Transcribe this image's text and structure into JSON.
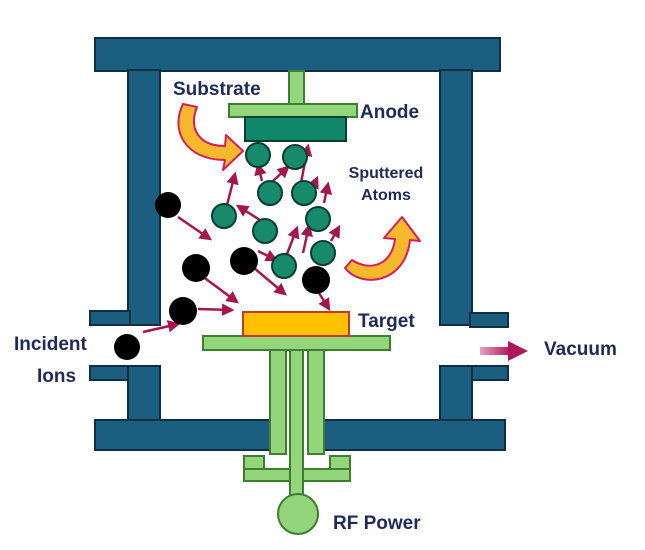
{
  "labels": {
    "substrate": "Substrate",
    "anode": "Anode",
    "sputtered_line1": "Sputtered",
    "sputtered_line2": "Atoms",
    "target": "Target",
    "incident_line1": "Incident",
    "incident_line2": "Ions",
    "vacuum": "Vacuum",
    "rf_power": "RF Power"
  },
  "colors": {
    "chamber_wall": "#1b5e80",
    "chamber_outline": "#0e2f44",
    "electrode_green": "#92d57a",
    "electrode_outline": "#3f7d33",
    "substrate_teal": "#11876a",
    "target_yellow": "#ffc000",
    "target_outline": "#c0392b",
    "sputtered_atom": "#188a6c",
    "incident_ion": "#000000",
    "arrow_magenta": "#a3164f",
    "curved_arrow_fill": "#f6b92b",
    "curved_arrow_stroke": "#d11f5e",
    "label_text": "#1f2a5a"
  },
  "icons": {
    "vacuum_arrow": "right-arrow-icon",
    "substrate_pointer": "curved-arrow-icon",
    "sputtered_pointer": "curved-arrow-icon"
  }
}
